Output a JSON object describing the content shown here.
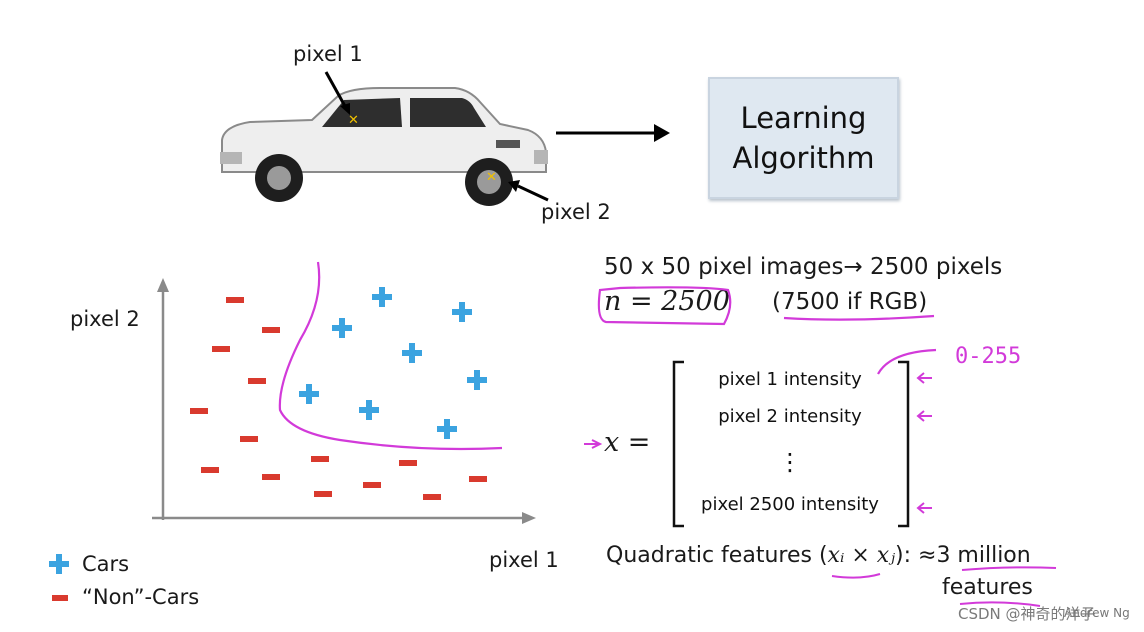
{
  "car": {
    "pixel1_label": "pixel 1",
    "pixel2_label": "pixel 2"
  },
  "learning_box": {
    "line1": "Learning",
    "line2": "Algorithm"
  },
  "scatter": {
    "ylabel": "pixel 2",
    "xlabel": "pixel 1",
    "legend_cars": "Cars",
    "legend_noncars": "“Non”-Cars"
  },
  "text": {
    "images_line": "50 x 50 pixel images→ 2500 pixels",
    "n_equation": "n = 2500",
    "rgb_note": "(7500 if RGB)",
    "x_equals": "x =",
    "vector_entries": [
      "pixel 1 intensity",
      "pixel 2 intensity",
      "⋮",
      "pixel 2500 intensity"
    ],
    "quadratic_prefix": "Quadratic features (",
    "quadratic_math": "xᵢ × xⱼ",
    "quadratic_suffix": "): ≈3 million",
    "features_word": "features"
  },
  "annotations": {
    "range": "0-255"
  },
  "watermark": {
    "author": "Andrew Ng",
    "site": "CSDN @神奇的洋子"
  },
  "colors": {
    "plus": "#3ba3e0",
    "minus": "#d93a2e",
    "boundary": "#d23ad9",
    "box": "#dfe8f1"
  }
}
